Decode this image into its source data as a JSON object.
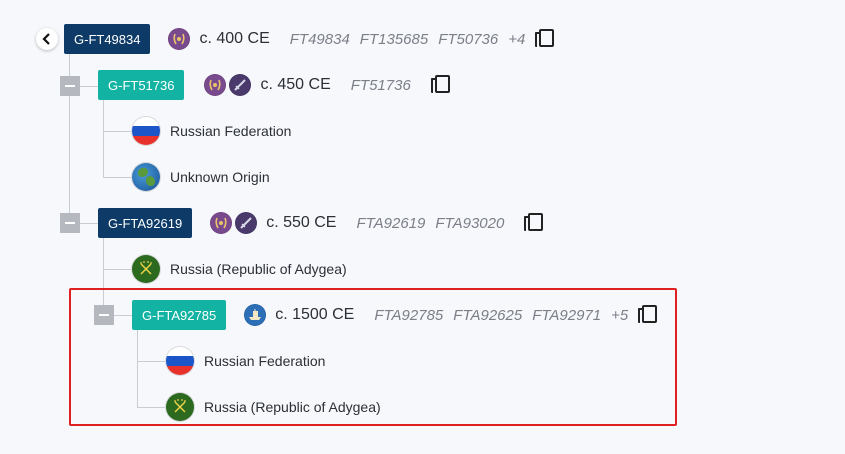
{
  "root": {
    "node": "G-FT49834",
    "date": "c. 400 CE",
    "ids": [
      "FT49834",
      "FT135685",
      "FT50736"
    ],
    "more": "+4"
  },
  "child1": {
    "node": "G-FT51736",
    "date": "c. 450 CE",
    "ids": [
      "FT51736"
    ],
    "origins": [
      "Russian Federation",
      "Unknown Origin"
    ]
  },
  "child2": {
    "node": "G-FTA92619",
    "date": "c. 550 CE",
    "ids": [
      "FTA92619",
      "FTA93020"
    ],
    "origins": [
      "Russia (Republic of Adygea)"
    ]
  },
  "child3": {
    "node": "G-FTA92785",
    "date": "c. 1500 CE",
    "ids": [
      "FTA92785",
      "FTA92625",
      "FTA92971"
    ],
    "more": "+5",
    "origins": [
      "Russian Federation",
      "Russia (Republic of Adygea)"
    ]
  },
  "colors": {
    "navy": "#0d3a66",
    "teal": "#12b3a3",
    "highlight": "#e02020",
    "connector": "#c8ccd3"
  },
  "icons": [
    "back-chevron-icon",
    "copy-icon",
    "minus-collapse-icon",
    "laurel-icon",
    "sword-icon",
    "ship-icon",
    "russia-flag-icon",
    "globe-icon",
    "adygea-flag-icon"
  ]
}
